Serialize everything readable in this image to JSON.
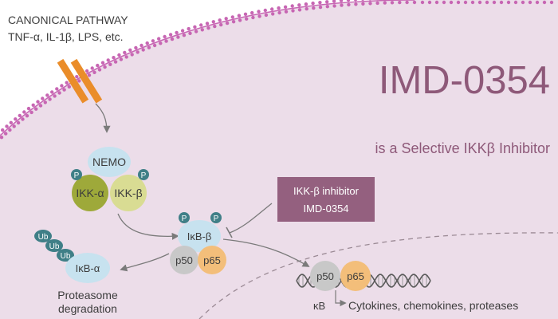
{
  "pathway": {
    "heading": "CANONICAL PATHWAY",
    "ligands": "TNF-α, IL-1β, LPS, etc."
  },
  "title": {
    "main": "IMD-0354",
    "subtitle": "is a Selective IKKβ Inhibitor"
  },
  "complex": {
    "nemo": "NEMO",
    "ikk_alpha": "IKK-α",
    "ikk_beta": "IKK-β",
    "phospho": "P"
  },
  "inhibitor_box": {
    "line1": "IKK-β inhibitor",
    "line2": "IMD-0354"
  },
  "ikb_complex": {
    "ikb_beta": "IκB-β",
    "p50": "p50",
    "p65": "p65"
  },
  "degradation": {
    "ub": "Ub",
    "ikb_alpha": "IκB-α",
    "label_line1": "Proteasome",
    "label_line2": "degradation"
  },
  "nucleus": {
    "p50": "p50",
    "p65": "p65",
    "kb": "κB",
    "genes": "Cytokines, chemokines, proteases"
  },
  "colors": {
    "cell": "#ecdde9",
    "membrane": "#c766b3",
    "title": "#8e5979",
    "box": "#94607f",
    "receptor": "#ea8d2a",
    "nemo": "#c7e2ef",
    "ikk_alpha": "#9ea93a",
    "ikk_beta": "#d9dc93",
    "phospho": "#3f7f87",
    "p50": "#c8c8c8",
    "p65": "#f3be7a",
    "arrow": "#7a7a7a",
    "text": "#333333"
  }
}
